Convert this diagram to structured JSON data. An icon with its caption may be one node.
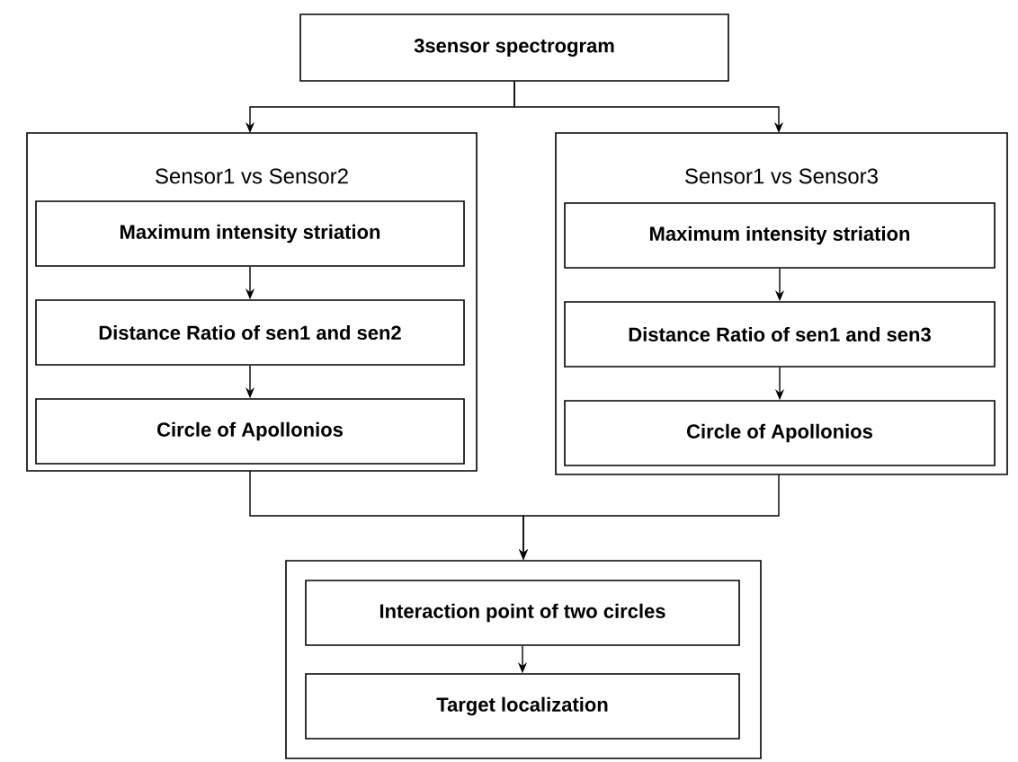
{
  "diagram": {
    "nodes": [
      {
        "text": [
          "3sensor spectrogram"
        ]
      },
      {
        "text": [
          "Sensor1 vs Sensor2"
        ]
      },
      {
        "text": [
          "Maximum intensity striation"
        ],
        "in": 1
      },
      {
        "text": [
          "Distance Ratio of sen1 and sen2"
        ],
        "in": 1
      },
      {
        "text": [
          "Circle of Apollonios"
        ],
        "in": 1
      },
      {
        "text": [
          "Sensor1 vs Sensor3"
        ]
      },
      {
        "text": [
          "Maximum intensity striation"
        ],
        "in": 5
      },
      {
        "text": [
          "Distance Ratio of sen1 and sen3"
        ],
        "in": 5
      },
      {
        "text": [
          "Circle of Apollonios"
        ],
        "in": 5
      },
      {
        "text": [],
        "shape": "box"
      },
      {
        "text": [
          "Interaction point of two circles"
        ],
        "in": 9
      },
      {
        "text": [
          "Target localization"
        ],
        "in": 9
      }
    ],
    "edges": [
      {
        "from": 0,
        "to": 1,
        "arrow": "to"
      },
      {
        "from": 0,
        "to": 5,
        "arrow": "to"
      },
      {
        "from": 2,
        "to": 3,
        "arrow": "to"
      },
      {
        "from": 3,
        "to": 4,
        "arrow": "to"
      },
      {
        "from": 6,
        "to": 7,
        "arrow": "to"
      },
      {
        "from": 7,
        "to": 8,
        "arrow": "to"
      },
      {
        "from": 1,
        "to": 9,
        "arrow": "to"
      },
      {
        "from": 5,
        "to": 9,
        "arrow": "to"
      },
      {
        "from": 10,
        "to": 11,
        "arrow": "to"
      }
    ]
  }
}
